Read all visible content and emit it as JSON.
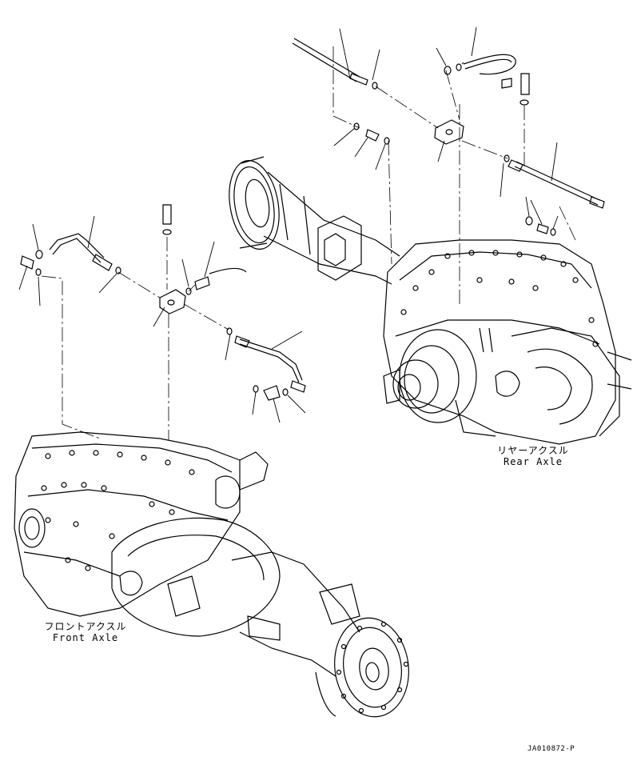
{
  "labels": {
    "rear_axle_jp": "リヤーアクスル",
    "rear_axle_en": "Rear Axle",
    "front_axle_jp": "フロントアクスル",
    "front_axle_en": "Front Axle"
  },
  "drawing_id": "JA010872-P",
  "colors": {
    "line": "#000000",
    "background": "#ffffff"
  }
}
